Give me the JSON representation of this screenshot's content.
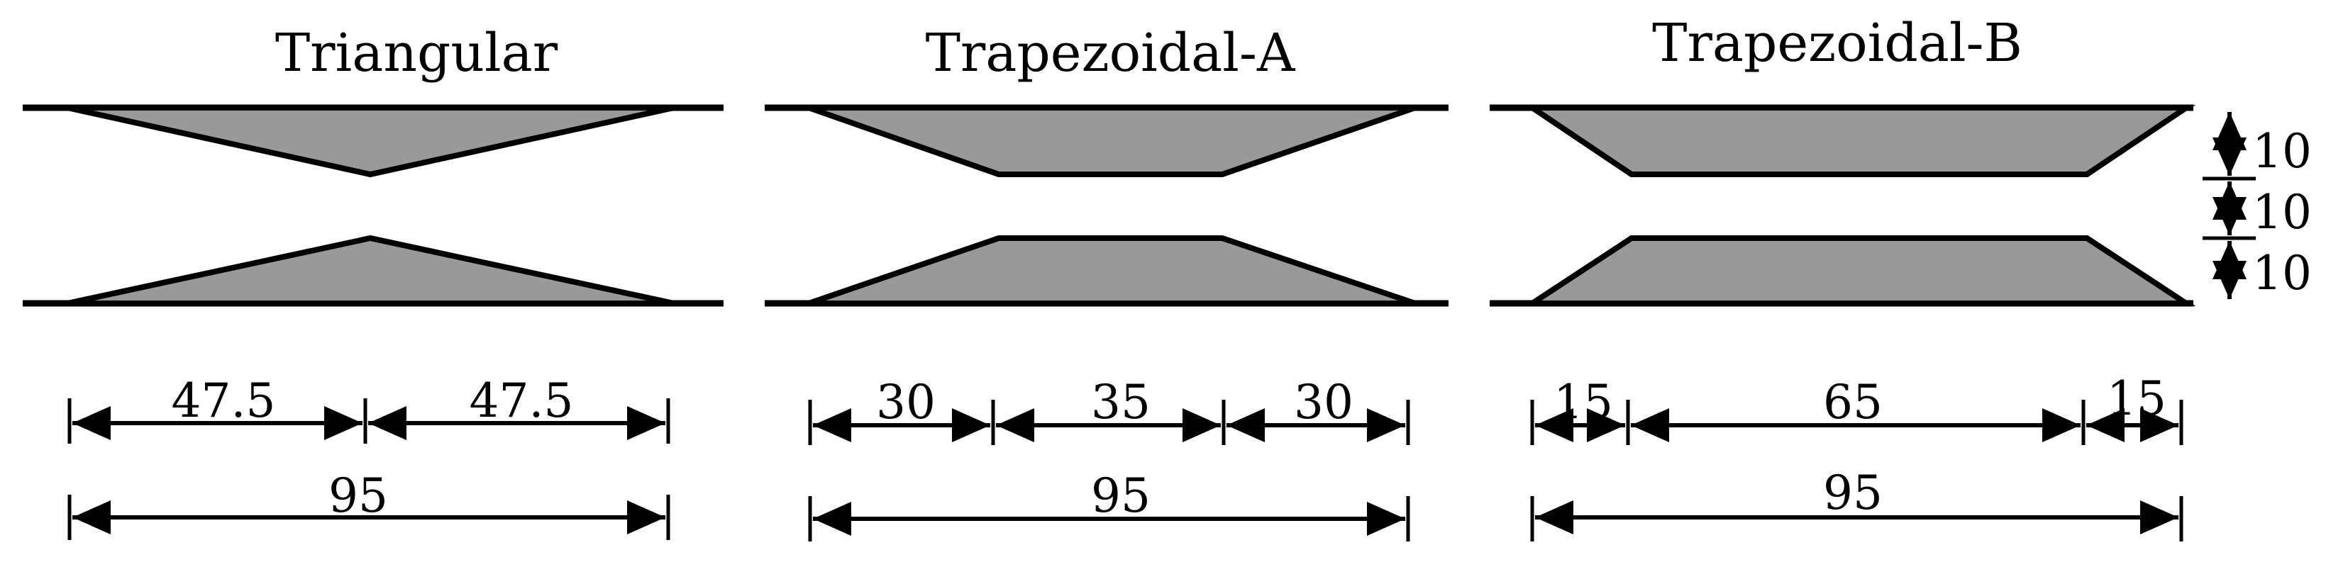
{
  "panels": [
    {
      "title": "Triangular",
      "segments": [
        "47.5",
        "47.5"
      ],
      "total": "95"
    },
    {
      "title": "Trapezoidal-A",
      "segments": [
        "30",
        "35",
        "30"
      ],
      "total": "95"
    },
    {
      "title": "Trapezoidal-B",
      "segments": [
        "15",
        "65",
        "15"
      ],
      "total": "95"
    }
  ],
  "vertical_dims": [
    "10",
    "10",
    "10"
  ],
  "colors": {
    "fill": "#999999",
    "stroke": "#000000",
    "background": "#ffffff"
  }
}
